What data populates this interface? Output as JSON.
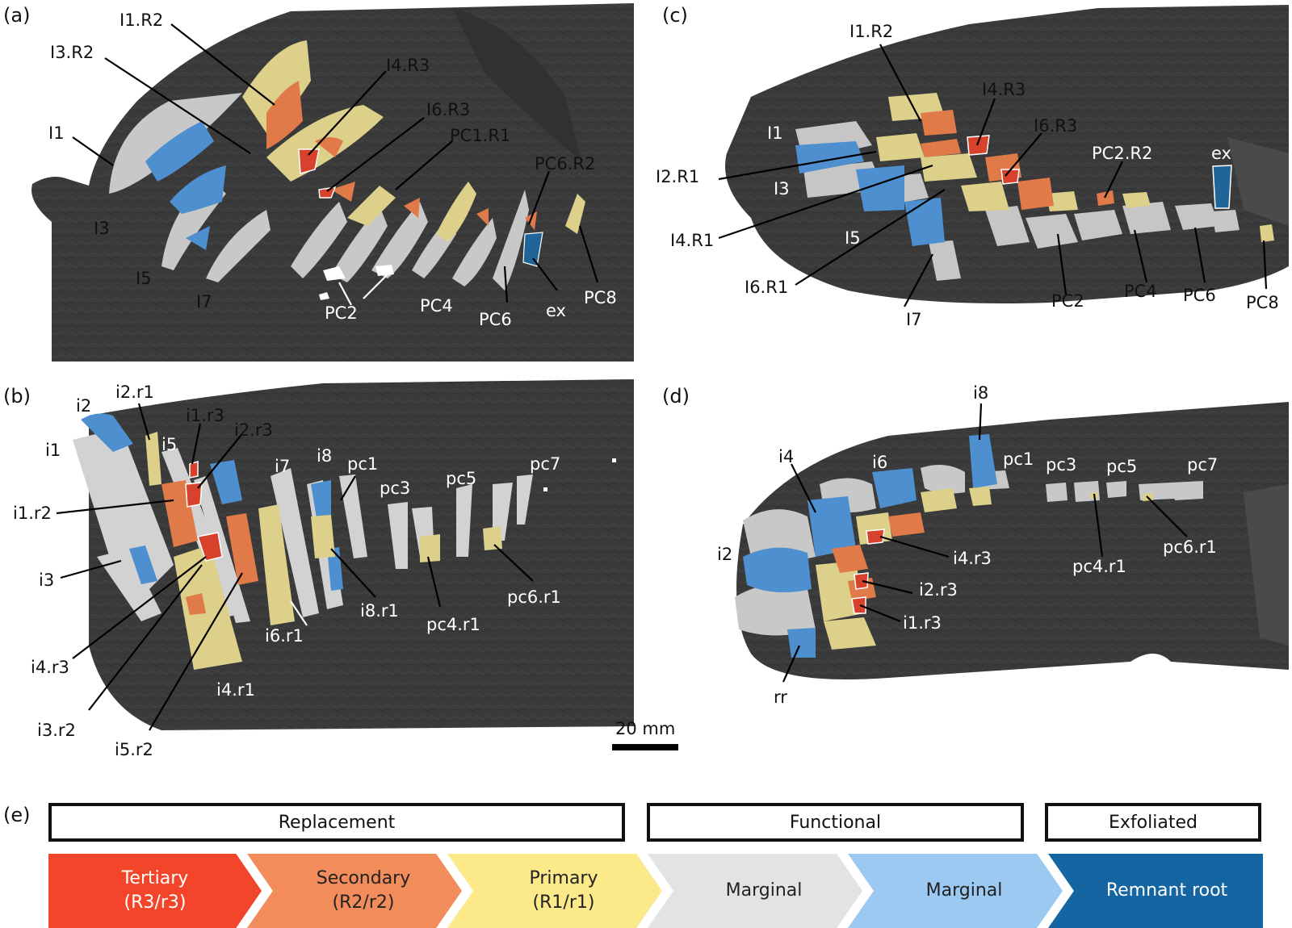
{
  "panels": {
    "a": {
      "letter": "(a)",
      "labels": [
        "I1.R2",
        "I3.R2",
        "I4.R3",
        "I6.R3",
        "PC1.R1",
        "PC6.R2",
        "I1",
        "I3",
        "I5",
        "I7",
        "PC2",
        "PC4",
        "PC6",
        "ex",
        "PC8"
      ]
    },
    "b": {
      "letter": "(b)",
      "labels": [
        "i2",
        "i2.r1",
        "i1.r3",
        "i2.r3",
        "i1",
        "i5",
        "i7",
        "i8",
        "pc1",
        "pc3",
        "pc5",
        "pc7",
        "i1.r2",
        "i3",
        "i4.r3",
        "i3.r2",
        "i4.r1",
        "i5.r2",
        "i6.r1",
        "i8.r1",
        "pc4.r1",
        "pc6.r1"
      ]
    },
    "c": {
      "letter": "(c)",
      "labels": [
        "I1.R2",
        "I4.R3",
        "I6.R3",
        "I1",
        "I2.R1",
        "I3",
        "PC2.R2",
        "ex",
        "I4.R1",
        "I5",
        "I6.R1",
        "I7",
        "PC2",
        "PC4",
        "PC6",
        "PC8"
      ]
    },
    "d": {
      "letter": "(d)",
      "labels": [
        "i8",
        "i4",
        "i6",
        "pc1",
        "pc3",
        "pc5",
        "pc7",
        "i2",
        "i4.r3",
        "pc4.r1",
        "pc6.r1",
        "i2.r3",
        "i1.r3",
        "rr"
      ]
    },
    "e": {
      "letter": "(e)"
    }
  },
  "scale_bar": {
    "label": "20 mm"
  },
  "legend": {
    "groups": [
      {
        "label": "Replacement"
      },
      {
        "label": "Functional"
      },
      {
        "label": "Exfoliated"
      }
    ],
    "stages": [
      {
        "line1": "Tertiary",
        "line2": "(R3/r3)",
        "color": "#f2452a",
        "text_color": "#ffffff"
      },
      {
        "line1": "Secondary",
        "line2": "(R2/r2)",
        "color": "#f28c5a",
        "text_color": "#222222"
      },
      {
        "line1": "Primary",
        "line2": "(R1/r1)",
        "color": "#fbe98a",
        "text_color": "#222222"
      },
      {
        "line1": "Marginal",
        "line2": "",
        "color": "#e3e3e3",
        "text_color": "#222222"
      },
      {
        "line1": "Marginal",
        "line2": "",
        "color": "#9cc9f1",
        "text_color": "#222222"
      },
      {
        "line1": "Remnant root",
        "line2": "",
        "color": "#1565a3",
        "text_color": "#ffffff"
      }
    ]
  },
  "colors": {
    "tertiary": "#d8412c",
    "secondary": "#e07a48",
    "primary": "#dcd08a",
    "marginal_grey": "#cfcfcf",
    "marginal_blue": "#4d8fcf",
    "remnant": "#1f6598",
    "rock": "#3b3b3b"
  }
}
